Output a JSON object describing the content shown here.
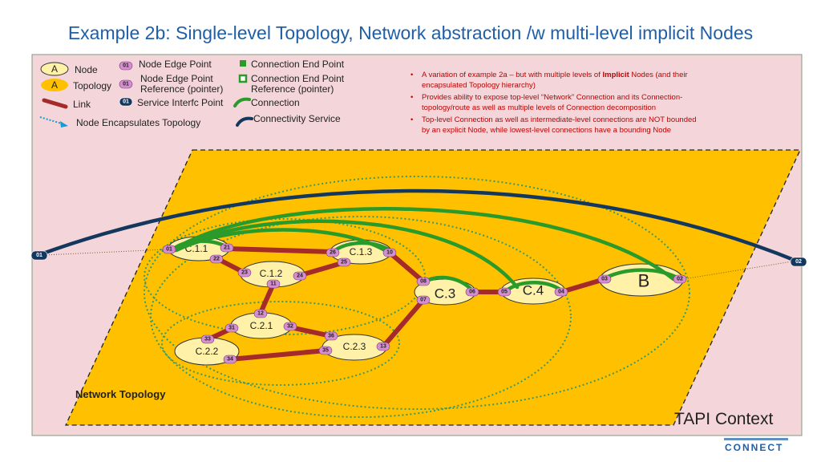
{
  "title": "Example 2b: Single-level Topology, Network abstraction /w multi-level implicit Nodes",
  "legend": {
    "node_symbol": "A",
    "node_label": "Node",
    "topology_symbol": "A",
    "topology_label": "Topology",
    "link_label": "Link",
    "encapsulates_label": "Node Encapsulates Topology",
    "nep_badge": "01",
    "nep_label": "Node Edge Point",
    "nep_ref_badge": "01",
    "nep_ref_label_1": "Node Edge Point",
    "nep_ref_label_2": "Reference (pointer)",
    "sip_badge": "01",
    "sip_label": "Service Interfc Point",
    "cep_label": "Connection End Point",
    "cep_ref_label_1": "Connection End Point",
    "cep_ref_label_2": "Reference (pointer)",
    "connection_label": "Connection",
    "connectivity_service_label": "Connectivity Service"
  },
  "notes": {
    "b1_l1_pre": "A variation of example 2a – but with multiple levels of ",
    "b1_l1_bold": "Implicit",
    "b1_l1_post": " Nodes (and their",
    "b1_l2": "encapsulated Topology hierarchy)",
    "b2_l1": "Provides ability to expose top-level “Network” Connection and its Connection-",
    "b2_l2": "topology/route as well as multiple levels of Connection decomposition",
    "b3_l1": "Top-level Connection as well as intermediate-level connections are NOT bounded",
    "b3_l2": "by an explicit Node, while lowest-level connections have a bounding Node"
  },
  "network_topology_label": "Network Topology",
  "context_label": "TAPI Context",
  "logo_text": "CONNECT",
  "nodes": {
    "c11": "C.1.1",
    "c12": "C.1.2",
    "c13": "C.1.3",
    "c21": "C.2.1",
    "c22": "C.2.2",
    "c23": "C.2.3",
    "c3": "C.3",
    "c4": "C.4",
    "b": "B"
  },
  "sips": {
    "left": "01",
    "right": "02"
  },
  "neps": {
    "p01": "01",
    "p21": "21",
    "p22": "22",
    "p26": "26",
    "p25": "25",
    "p10": "10",
    "p23": "23",
    "p24": "24",
    "p11": "11",
    "p12": "12",
    "p31": "31",
    "p32": "32",
    "p33": "33",
    "p34": "34",
    "p36": "36",
    "p35": "35",
    "p13": "13",
    "p08": "08",
    "p07": "07",
    "p06": "06",
    "p05": "05",
    "p04": "04",
    "p03": "03",
    "p02": "02"
  },
  "colors": {
    "title": "#1f5fa8",
    "context_bg": "#f4d6da",
    "topology_fill": "#ffc000",
    "node_fill": "#fff2a8",
    "link": "#a52a2a",
    "connection": "#2a9a2a",
    "service": "#14375e",
    "nep_badge": "#d58fd0",
    "sip_badge": "#14375e",
    "notes": "#c00000"
  }
}
